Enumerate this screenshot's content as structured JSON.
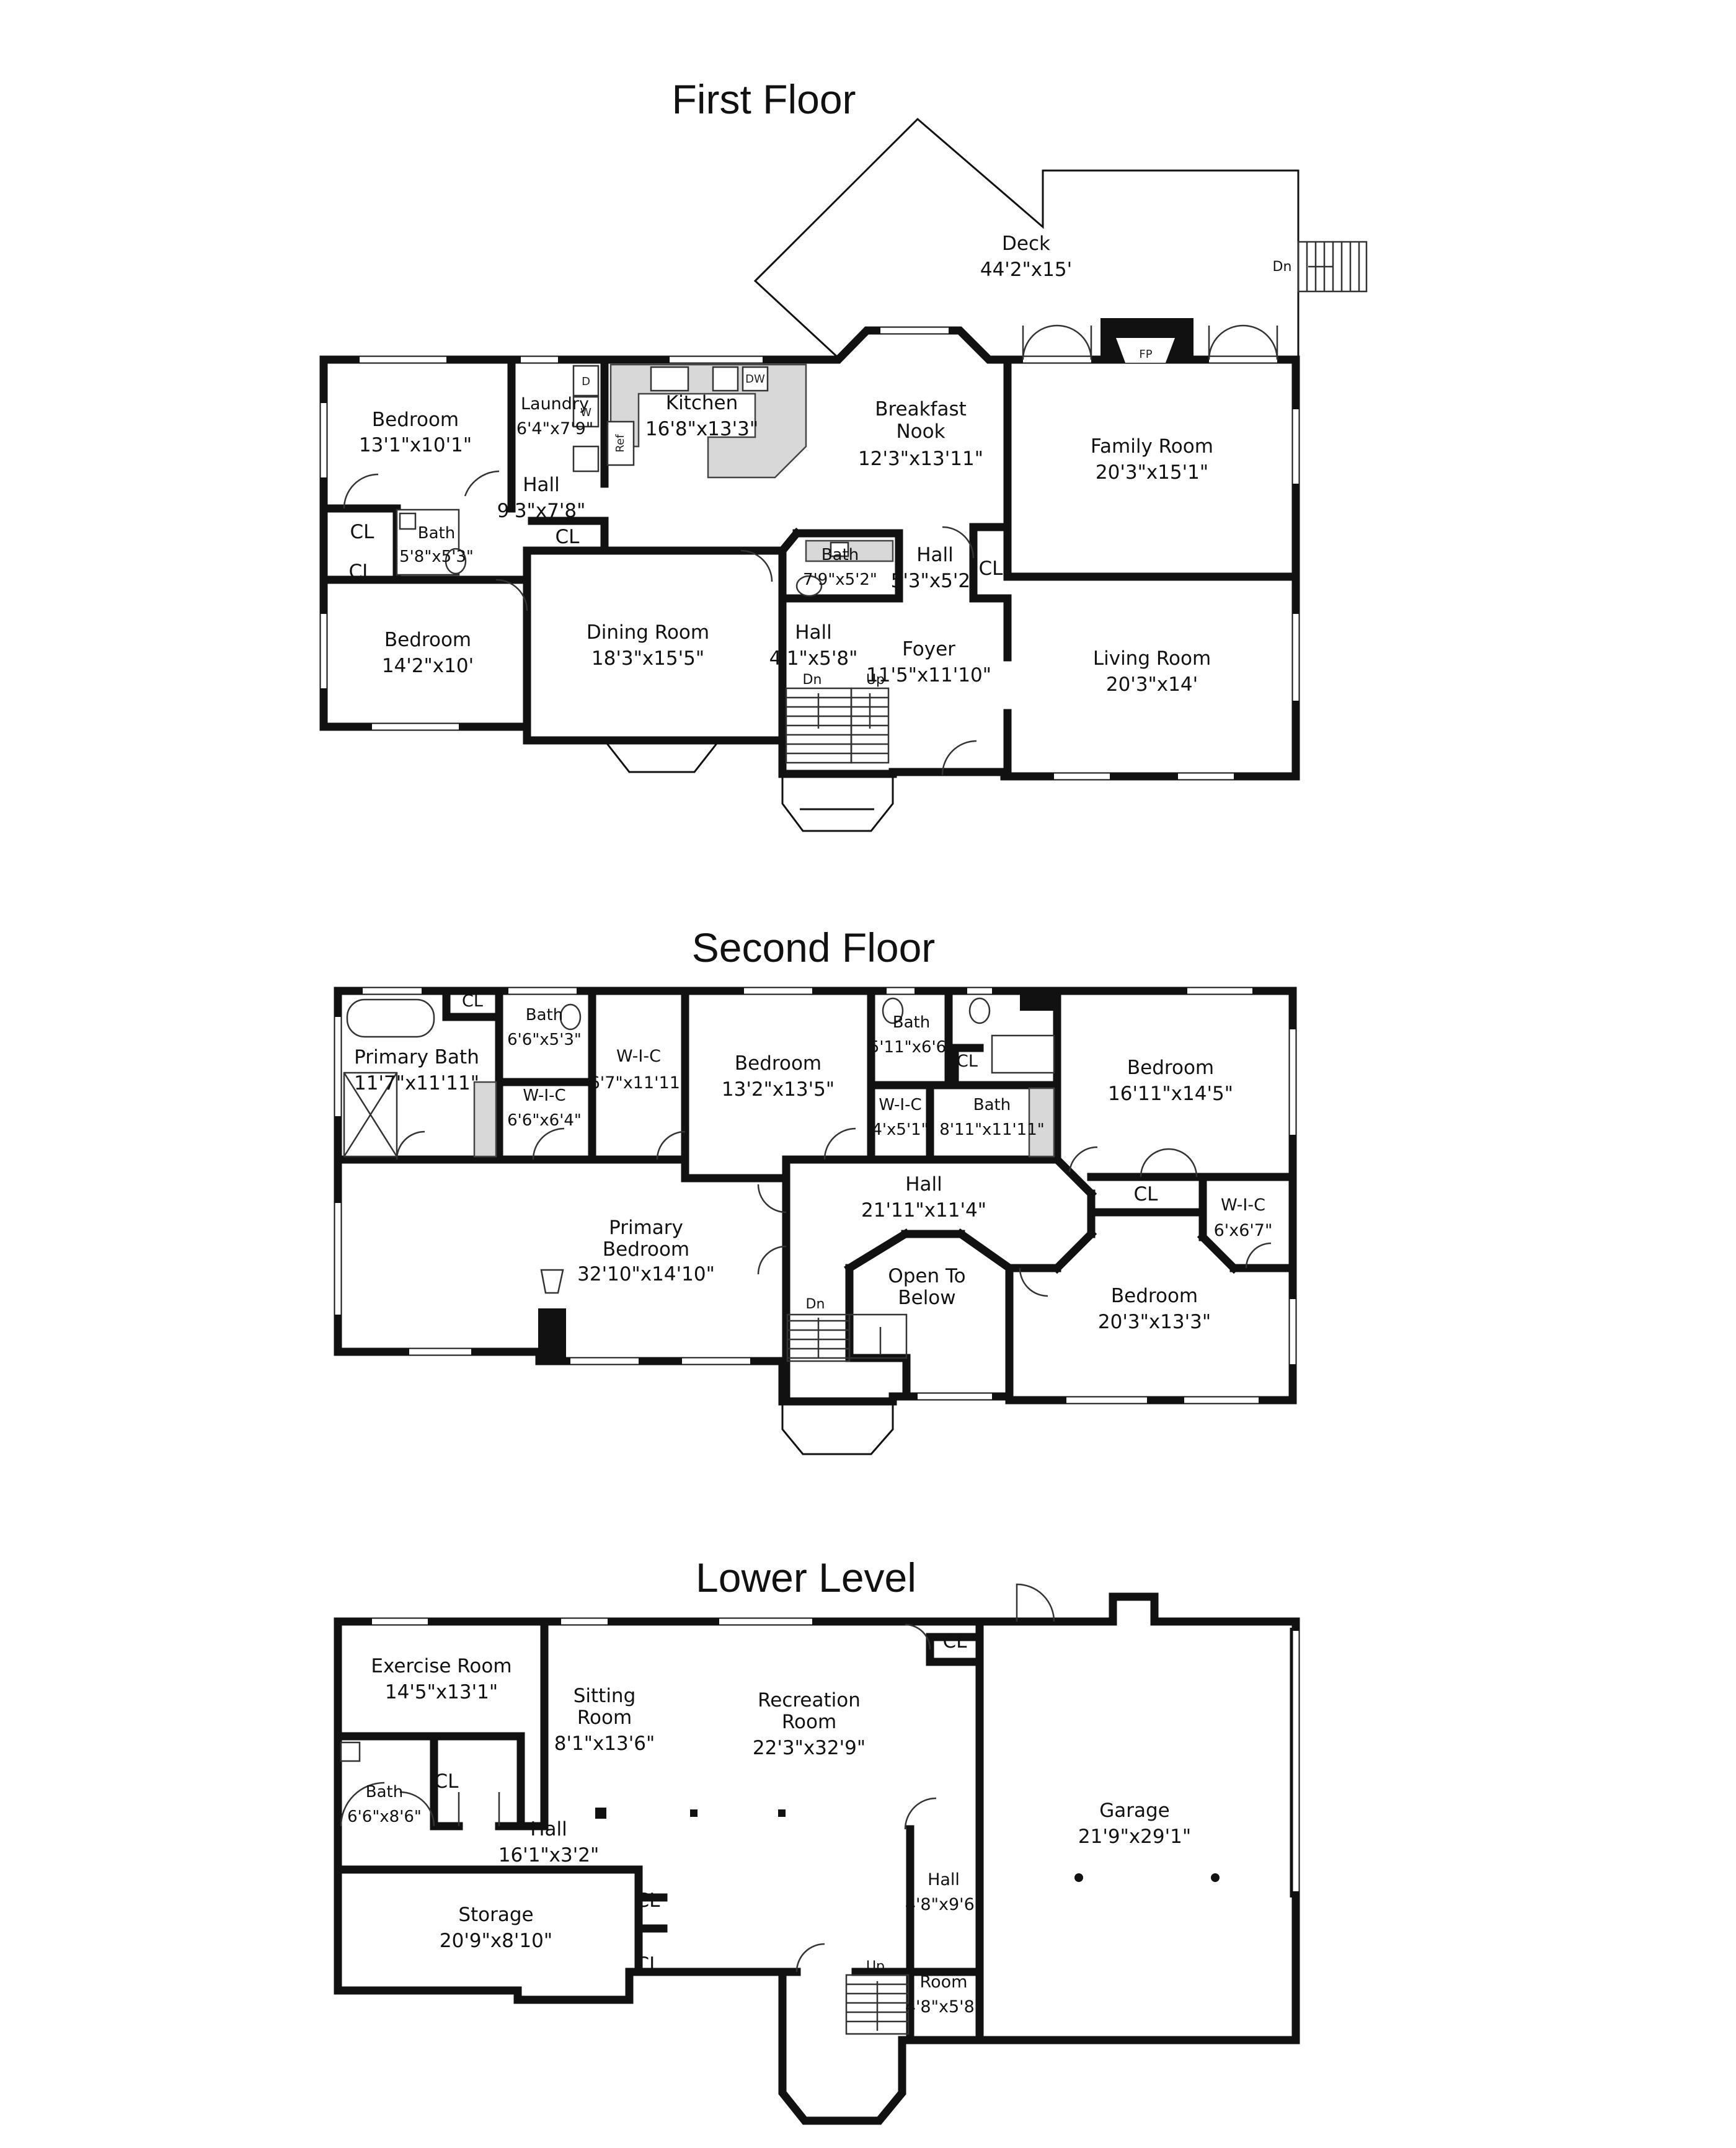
{
  "floors": [
    {
      "title": "First Floor",
      "rooms": [
        {
          "name": "Deck",
          "dims": "44'2\"x15'"
        },
        {
          "name": "Bedroom",
          "dims": "13'1\"x10'1\""
        },
        {
          "name": "Laundry",
          "dims": "6'4\"x7'9\""
        },
        {
          "name": "Kitchen",
          "dims": "16'8\"x13'3\""
        },
        {
          "name": "Breakfast\nNook",
          "dims": "12'3\"x13'11\""
        },
        {
          "name": "Family Room",
          "dims": "20'3\"x15'1\""
        },
        {
          "name": "Hall",
          "dims": "9'3\"x7'8\""
        },
        {
          "name": "Bath",
          "dims": "5'8\"x5'3\""
        },
        {
          "name": "Bath",
          "dims": "7'9\"x5'2\""
        },
        {
          "name": "Hall",
          "dims": "5'3\"x5'2\""
        },
        {
          "name": "Bedroom",
          "dims": "14'2\"x10'"
        },
        {
          "name": "Dining Room",
          "dims": "18'3\"x15'5\""
        },
        {
          "name": "Hall",
          "dims": "4'1\"x5'8\""
        },
        {
          "name": "Foyer",
          "dims": "11'5\"x11'10\""
        },
        {
          "name": "Living Room",
          "dims": "20'3\"x14'"
        }
      ],
      "closets": [
        "CL",
        "CL",
        "CL",
        "CL"
      ],
      "labels": {
        "stairs_down": "Dn",
        "stairs_up": "Up",
        "deck_down": "Dn",
        "fireplace": "FP",
        "fridge": "Ref",
        "dishwasher": "DW",
        "washer": "W",
        "dryer": "D"
      }
    },
    {
      "title": "Second Floor",
      "rooms": [
        {
          "name": "Primary Bath",
          "dims": "11'7\"x11'11\""
        },
        {
          "name": "Bath",
          "dims": "6'6\"x5'3\""
        },
        {
          "name": "W-I-C",
          "dims": "6'6\"x6'4\""
        },
        {
          "name": "W-I-C",
          "dims": "6'7\"x11'11\""
        },
        {
          "name": "Bedroom",
          "dims": "13'2\"x13'5\""
        },
        {
          "name": "Bath",
          "dims": "5'11\"x6'6\""
        },
        {
          "name": "W-I-C",
          "dims": "4'x5'1\""
        },
        {
          "name": "Bath",
          "dims": "8'11\"x11'11\""
        },
        {
          "name": "Bedroom",
          "dims": "16'11\"x14'5\""
        },
        {
          "name": "Primary\nBedroom",
          "dims": "32'10\"x14'10\""
        },
        {
          "name": "Hall",
          "dims": "21'11\"x11'4\""
        },
        {
          "name": "Open To\nBelow",
          "dims": ""
        },
        {
          "name": "W-I-C",
          "dims": "6'x6'7\""
        },
        {
          "name": "Bedroom",
          "dims": "20'3\"x13'3\""
        }
      ],
      "closets": [
        "CL",
        "CL",
        "CL"
      ],
      "labels": {
        "stairs_down": "Dn"
      }
    },
    {
      "title": "Lower Level",
      "rooms": [
        {
          "name": "Exercise Room",
          "dims": "14'5\"x13'1\""
        },
        {
          "name": "Sitting\nRoom",
          "dims": "8'1\"x13'6\""
        },
        {
          "name": "Recreation\nRoom",
          "dims": "22'3\"x32'9\""
        },
        {
          "name": "Bath",
          "dims": "6'6\"x8'6\""
        },
        {
          "name": "Hall",
          "dims": "16'1\"x3'2\""
        },
        {
          "name": "Garage",
          "dims": "21'9\"x29'1\""
        },
        {
          "name": "Hall",
          "dims": "4'8\"x9'6\""
        },
        {
          "name": "Storage",
          "dims": "20'9\"x8'10\""
        },
        {
          "name": "Room",
          "dims": "4'8\"x5'8\""
        }
      ],
      "closets": [
        "CL",
        "CL",
        "CL",
        "CL"
      ],
      "labels": {
        "stairs_up": "Up"
      }
    }
  ]
}
